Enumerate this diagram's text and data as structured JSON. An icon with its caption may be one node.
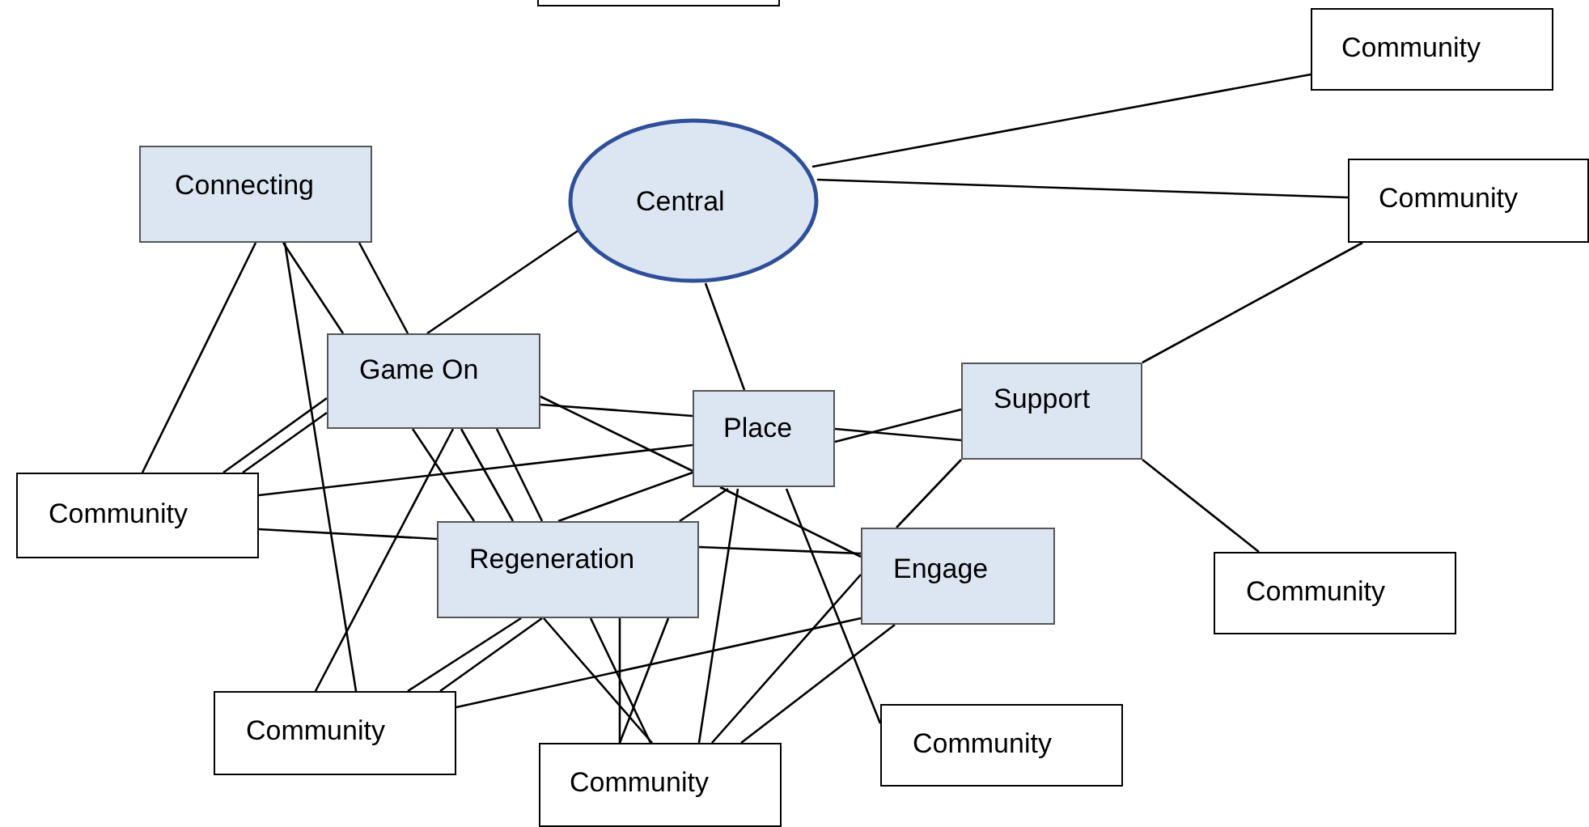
{
  "diagram": {
    "nodes": [
      {
        "text": [],
        "shape": "box"
      },
      {
        "text": [
          "Community"
        ]
      },
      {
        "text": [
          "Connecting"
        ]
      },
      {
        "text": [
          "Central"
        ]
      },
      {
        "text": [
          "Community"
        ]
      },
      {
        "text": [
          "Game On"
        ]
      },
      {
        "text": [
          "Place"
        ]
      },
      {
        "text": [
          "Support"
        ]
      },
      {
        "text": [
          "Community"
        ]
      },
      {
        "text": [
          "Regeneration"
        ]
      },
      {
        "text": [
          "Engage"
        ]
      },
      {
        "text": [
          "Community"
        ]
      },
      {
        "text": [
          "Community"
        ]
      },
      {
        "text": [
          "Community"
        ]
      },
      {
        "text": [
          "Community"
        ]
      }
    ],
    "edges": [
      {
        "from": 3,
        "to": 1,
        "arrow": "none"
      },
      {
        "from": 3,
        "to": 4,
        "arrow": "none"
      },
      {
        "from": 3,
        "to": 5,
        "arrow": "none"
      },
      {
        "from": 3,
        "to": 6,
        "arrow": "none"
      },
      {
        "from": 4,
        "to": 7,
        "arrow": "none"
      },
      {
        "from": 7,
        "to": 11,
        "arrow": "none"
      },
      {
        "from": 7,
        "to": 10,
        "arrow": "none"
      },
      {
        "from": 6,
        "to": 7,
        "arrow": "none"
      },
      {
        "from": 5,
        "to": 6,
        "arrow": "none"
      },
      {
        "from": 5,
        "to": 6,
        "arrow": "none"
      },
      {
        "from": 2,
        "to": 8,
        "arrow": "none"
      },
      {
        "from": 2,
        "to": 5,
        "arrow": "none"
      },
      {
        "from": 2,
        "to": 5,
        "arrow": "none"
      },
      {
        "from": 2,
        "to": 12,
        "arrow": "none"
      },
      {
        "from": 5,
        "to": 8,
        "arrow": "none"
      },
      {
        "from": 5,
        "to": 8,
        "arrow": "none"
      },
      {
        "from": 5,
        "to": 12,
        "arrow": "none"
      },
      {
        "from": 5,
        "to": 9,
        "arrow": "none"
      },
      {
        "from": 5,
        "to": 9,
        "arrow": "none"
      },
      {
        "from": 5,
        "to": 9,
        "arrow": "none"
      },
      {
        "from": 8,
        "to": 6,
        "arrow": "none"
      },
      {
        "from": 8,
        "to": 9,
        "arrow": "none"
      },
      {
        "from": 6,
        "to": 9,
        "arrow": "none"
      },
      {
        "from": 6,
        "to": 9,
        "arrow": "none"
      },
      {
        "from": 6,
        "to": 13,
        "arrow": "none"
      },
      {
        "from": 6,
        "to": 14,
        "arrow": "none"
      },
      {
        "from": 9,
        "to": 10,
        "arrow": "none"
      },
      {
        "from": 9,
        "to": 12,
        "arrow": "none"
      },
      {
        "from": 9,
        "to": 12,
        "arrow": "none"
      },
      {
        "from": 9,
        "to": 13,
        "arrow": "none"
      },
      {
        "from": 9,
        "to": 13,
        "arrow": "none"
      },
      {
        "from": 9,
        "to": 13,
        "arrow": "none"
      },
      {
        "from": 9,
        "to": 13,
        "arrow": "none"
      },
      {
        "from": 10,
        "to": 12,
        "arrow": "none"
      },
      {
        "from": 10,
        "to": 13,
        "arrow": "none"
      },
      {
        "from": 10,
        "to": 13,
        "arrow": "none"
      },
      {
        "from": 6,
        "to": 7,
        "arrow": "none"
      },
      {
        "from": 6,
        "to": 10,
        "arrow": "none"
      }
    ]
  }
}
